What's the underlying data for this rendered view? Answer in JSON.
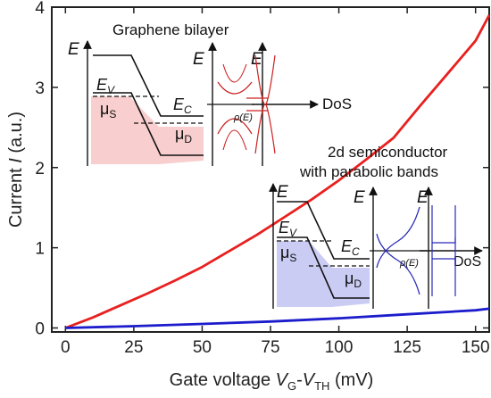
{
  "chart_data": {
    "type": "line",
    "xlabel": {
      "prefix": "Gate voltage ",
      "v": "V",
      "sub_g": "G",
      "dash": "-",
      "v2": "V",
      "sub_th": "TH",
      "unit": " (mV)"
    },
    "ylabel": {
      "prefix": "Current ",
      "i": "I",
      "unit": " (a.u.)"
    },
    "xlim": [
      -5,
      155
    ],
    "ylim": [
      -0.05,
      4
    ],
    "x_ticks": [
      0,
      25,
      50,
      75,
      100,
      125,
      150
    ],
    "y_ticks": [
      0,
      1,
      2,
      3,
      4
    ],
    "series": [
      {
        "key": "graphene",
        "color": "#e8201f",
        "x": [
          0,
          10,
          20,
          30,
          40,
          50,
          60,
          70,
          80,
          90,
          100,
          110,
          120,
          130,
          140,
          150,
          155
        ],
        "y": [
          0.0,
          0.13,
          0.28,
          0.43,
          0.59,
          0.76,
          0.96,
          1.16,
          1.38,
          1.6,
          1.84,
          2.1,
          2.37,
          2.78,
          3.18,
          3.58,
          3.9
        ]
      },
      {
        "key": "parabolic",
        "color": "#1c1ccc",
        "x": [
          0,
          25,
          50,
          75,
          100,
          125,
          150,
          155
        ],
        "y": [
          0.0,
          0.022,
          0.05,
          0.08,
          0.12,
          0.17,
          0.22,
          0.24
        ]
      }
    ],
    "insets": [
      {
        "key": "graphene",
        "title": "Graphene bilayer",
        "color": "#cc2222",
        "fill": "#f7c9c9",
        "labels": {
          "E": "E",
          "EV": "E",
          "EV_sub": "V",
          "EC": "E",
          "EC_sub": "C",
          "muS": "μ",
          "muS_sub": "S",
          "muD": "μ",
          "muD_sub": "D",
          "rho": "ρ(E)",
          "dos": "DoS"
        }
      },
      {
        "key": "parabolic",
        "title_line1": "2d semiconductor",
        "title_line2": "with parabolic bands",
        "color": "#2a2ab8",
        "fill": "#c7c9f2",
        "labels": {
          "E": "E",
          "EV": "E",
          "EV_sub": "V",
          "EC": "E",
          "EC_sub": "C",
          "muS": "μ",
          "muS_sub": "S",
          "muD": "μ",
          "muD_sub": "D",
          "rho": "ρ(E)",
          "dos": "DoS"
        }
      }
    ]
  }
}
